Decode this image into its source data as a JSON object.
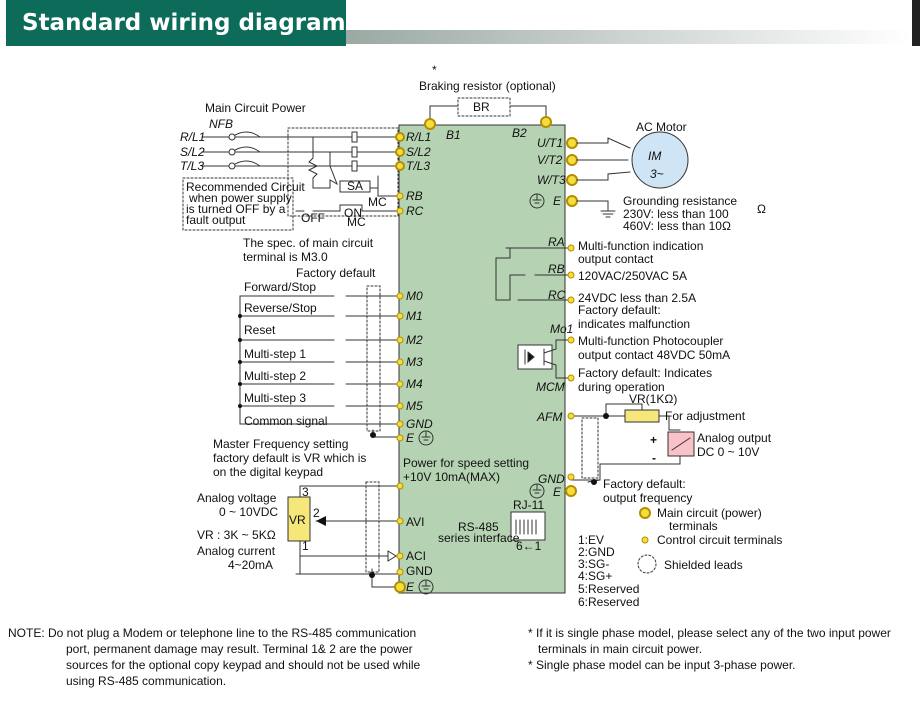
{
  "header": {
    "title": "Standard wiring diagram"
  },
  "braking": {
    "asterisk": "*",
    "label": "Braking resistor (optional)",
    "box": "BR",
    "b1": "B1",
    "b2": "B2"
  },
  "main_power": {
    "title": "Main Circuit Power",
    "nfb": "NFB",
    "inputs": [
      "R/L1",
      "S/L2",
      "T/L3"
    ],
    "drive_inputs": [
      "R/L1",
      "S/L2",
      "T/L3"
    ],
    "recommended": [
      "Recommended Circuit",
      "when power supply",
      "is turned OFF by a",
      "fault output"
    ],
    "off": "OFF",
    "on": "ON",
    "sa": "SA",
    "mc1": "MC",
    "mc2": "MC",
    "rb": "RB",
    "rc": "RC",
    "spec": [
      "The spec. of main circuit",
      "terminal is M3.0"
    ]
  },
  "output": {
    "terminals": [
      "U/T1",
      "V/T2",
      "W/T3"
    ],
    "motor_label": "AC Motor",
    "im": "IM",
    "phase": "3~",
    "e": "E",
    "grounding": [
      "Grounding resistance",
      "230V: less than 100",
      "460V: less than 10Ω"
    ],
    "omega_sup": "Ω"
  },
  "relay": {
    "ra": "RA",
    "rb": "RB",
    "rc": "RC",
    "desc": [
      "Multi-function indication",
      "output contact",
      "120VAC/250VAC  5A",
      "24VDC  less than 2.5A",
      "Factory default:",
      "indicates malfunction"
    ]
  },
  "photo": {
    "mo1": "Mo1",
    "mcm": "MCM",
    "desc": [
      "Multi-function Photocoupler",
      "output contact 48VDC 50mA",
      "Factory default: Indicates",
      "during operation"
    ]
  },
  "analog_out": {
    "afm": "AFM",
    "vr": "VR(1KΩ)",
    "adj": "For adjustment",
    "desc": [
      "Analog output",
      "DC 0 ~ 10V"
    ],
    "plus": "+",
    "minus": "-",
    "gnd": "GND",
    "e": "E",
    "default": [
      "Factory default:",
      "output frequency"
    ]
  },
  "inputs": {
    "factory": "Factory default",
    "items": [
      "Forward/Stop",
      "Reverse/Stop",
      "Reset",
      "Multi-step 1",
      "Multi-step 2",
      "Multi-step 3",
      "Common signal"
    ],
    "terms": [
      "M0",
      "M1",
      "M2",
      "M3",
      "M4",
      "M5",
      "GND"
    ],
    "e": "E"
  },
  "freq": {
    "master": [
      "Master Frequency setting",
      "factory default is VR which is",
      "on the digital keypad"
    ],
    "power": [
      "Power for speed setting",
      "+10V 10mA(MAX)"
    ],
    "av": [
      "Analog voltage",
      "0 ~ 10VDC"
    ],
    "vr_range": "VR : 3K ~ 5KΩ",
    "ac": [
      "Analog current",
      "4~20mA"
    ],
    "vr": "VR",
    "pins": [
      "3",
      "2",
      "1"
    ],
    "terms": [
      "AVI",
      "ACI",
      "GND",
      "E"
    ]
  },
  "rs485": {
    "rj": "RJ-11",
    "title": "RS-485",
    "sub": "series interface",
    "pin": "6←1",
    "pins": [
      "1:EV",
      "2:GND",
      "3:SG-",
      "4:SG+",
      "5:Reserved",
      "6:Reserved"
    ]
  },
  "legend": {
    "main": [
      "Main circuit (power)",
      "terminals"
    ],
    "control": "Control circuit terminals",
    "shield": "Shielded leads"
  },
  "notes": {
    "left": [
      "NOTE: Do not plug a Modem or telephone line to the RS-485 communication",
      "port, permanent damage may result. Terminal 1& 2 are the power",
      "sources for the optional copy keypad and should not be used while",
      "using RS-485 communication."
    ],
    "right": [
      "* If it is single phase model, please select any of the two input power",
      "terminals in main circuit power.",
      "* Single phase model can be input 3-phase power."
    ]
  },
  "colors": {
    "header": "#0d6b5a",
    "drive": "#b5d3b3",
    "terminal_fill": "#f0df3c",
    "terminal_stroke": "#b78c00",
    "resistor": "#f5e77a"
  }
}
